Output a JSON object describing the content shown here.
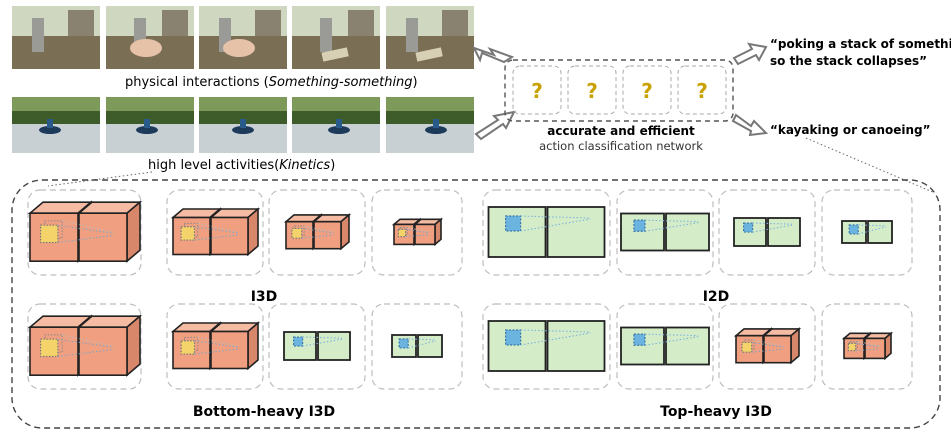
{
  "top": {
    "row1_caption_main": "physical interactions (",
    "row1_caption_italic": "Something-something",
    "row1_caption_end": ")",
    "row2_caption_main": "high level activities(",
    "row2_caption_italic": "Kinetics",
    "row2_caption_end": ")",
    "question_mark": "?",
    "question_color": "#c9a100",
    "network_title": "accurate and efficient",
    "network_subtitle": "action classification network",
    "output1_line1": "“poking a stack of something",
    "output1_line2": "so the stack collapses”",
    "output2": "“kayaking or canoeing”"
  },
  "models": {
    "i3d": "I3D",
    "i2d": "I2D",
    "bottom_heavy": "Bottom-heavy I3D",
    "top_heavy": "Top-heavy I3D"
  },
  "colors": {
    "cube_face": "#f0a080",
    "cube_top": "#f6bca3",
    "cube_side": "#d9876a",
    "square_fill": "#d4ecc8",
    "kernel_3d": "#f4d36a",
    "kernel_2d": "#6cb4e0",
    "frame_sky": "#cfd7c0",
    "frame_table": "#7a6e55",
    "frame_forest": "#3e5c2a",
    "frame_water": "#c8d0d4"
  },
  "icons": {
    "arrow": "hollow-arrow-icon"
  }
}
